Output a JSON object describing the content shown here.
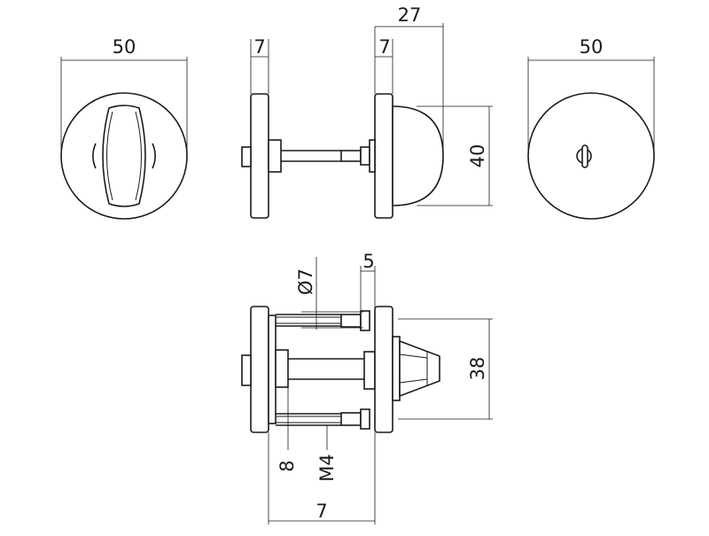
{
  "dimensions": {
    "front_view_width": "50",
    "side_rosette_thickness": "7",
    "knob_rosette_thickness": "7",
    "knob_depth": "27",
    "knob_diameter": "40",
    "back_view_width": "50",
    "pin_diameter": "Ø7",
    "pin_offset": "5",
    "screw_spacing": "38",
    "spindle_size": "8",
    "screw_thread": "M4",
    "overall_length": "7"
  }
}
